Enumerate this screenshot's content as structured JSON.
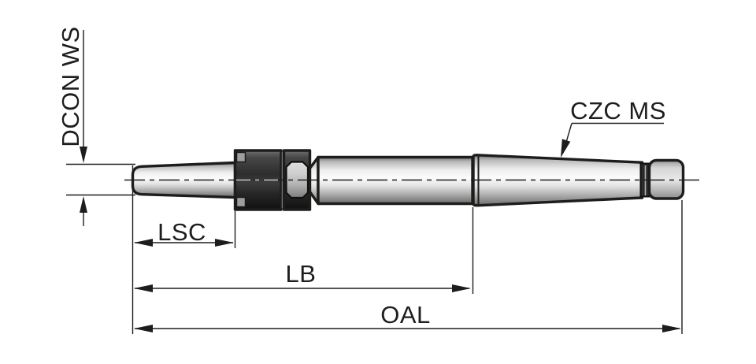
{
  "diagram": {
    "type": "technical-drawing",
    "subject": "drill-chuck-arbor-side-view",
    "labels": {
      "dcon_ws": "DCON WS",
      "czc_ms": "CZC MS",
      "lsc": "LSC",
      "lb": "LB",
      "oal": "OAL"
    },
    "colors": {
      "outline": "#1d1d1b",
      "dim_line": "#1d1d1b",
      "ink": "#1d1d1b",
      "collar_dark": "#2d2d2d",
      "metal_light": "#fbfbfb",
      "metal_shadow": "#6b6b6b",
      "background": "#ffffff"
    }
  }
}
